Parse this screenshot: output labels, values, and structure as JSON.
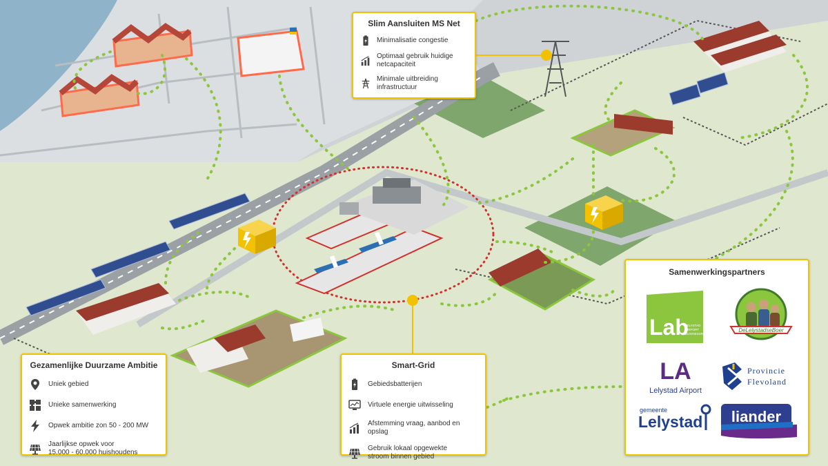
{
  "ms_net": {
    "title": "Slim Aansluiten MS Net",
    "items": [
      {
        "icon": "battery-icon",
        "text": "Minimalisatie congestie"
      },
      {
        "icon": "bar-chart-icon",
        "text": "Optimaal gebruik huidige\nnetcapaciteit"
      },
      {
        "icon": "power-pylon-icon",
        "text": "Minimale uitbreiding\ninfrastructuur"
      }
    ]
  },
  "ambition": {
    "title": "Gezamenlijke Duurzame Ambitie",
    "items": [
      {
        "icon": "location-pin-icon",
        "text": "Uniek gebied"
      },
      {
        "icon": "puzzle-icon",
        "text": "Unieke samenwerking"
      },
      {
        "icon": "lightning-icon",
        "text": "Opwek ambitie zon  50 - 200 MW"
      },
      {
        "icon": "solar-panel-icon",
        "text": "Jaarlijkse opwek voor\n15.000 - 60.000 huishoudens"
      }
    ]
  },
  "smart_grid": {
    "title": "Smart-Grid",
    "items": [
      {
        "icon": "battery-icon",
        "text": "Gebiedsbatterijen"
      },
      {
        "icon": "monitor-icon",
        "text": "Virtuele energie uitwisseling"
      },
      {
        "icon": "bar-chart-icon",
        "text": "Afstemming vraag, aanbod en opslag"
      },
      {
        "icon": "solar-panel-icon",
        "text": "Gebruik lokaal opgewekte\nstroom binnen gebied"
      }
    ]
  },
  "partners": {
    "title": "Samenwerkingspartners",
    "lab": {
      "word": "Lab",
      "sub1": "LELYSTAD",
      "sub2": "AIRPORT",
      "sub3": "BUSINESSPARK"
    },
    "boer": {
      "banner": "DeLelystadseBoer"
    },
    "airport": {
      "mark": "LA",
      "name": "Lelystad Airport"
    },
    "provincie": {
      "line1": "Provincie",
      "line2": "Flevoland"
    },
    "gemeente": {
      "small": "gemeente",
      "name": "Lelystad"
    },
    "liander": {
      "name": "liander"
    }
  },
  "colors": {
    "accent": "#f2c200",
    "dots_green": "#8cc63f",
    "dots_red": "#d0312d",
    "lab_green": "#8cc63f",
    "liander_blue": "#2e3f8f",
    "airport_purple": "#5a2d82"
  }
}
